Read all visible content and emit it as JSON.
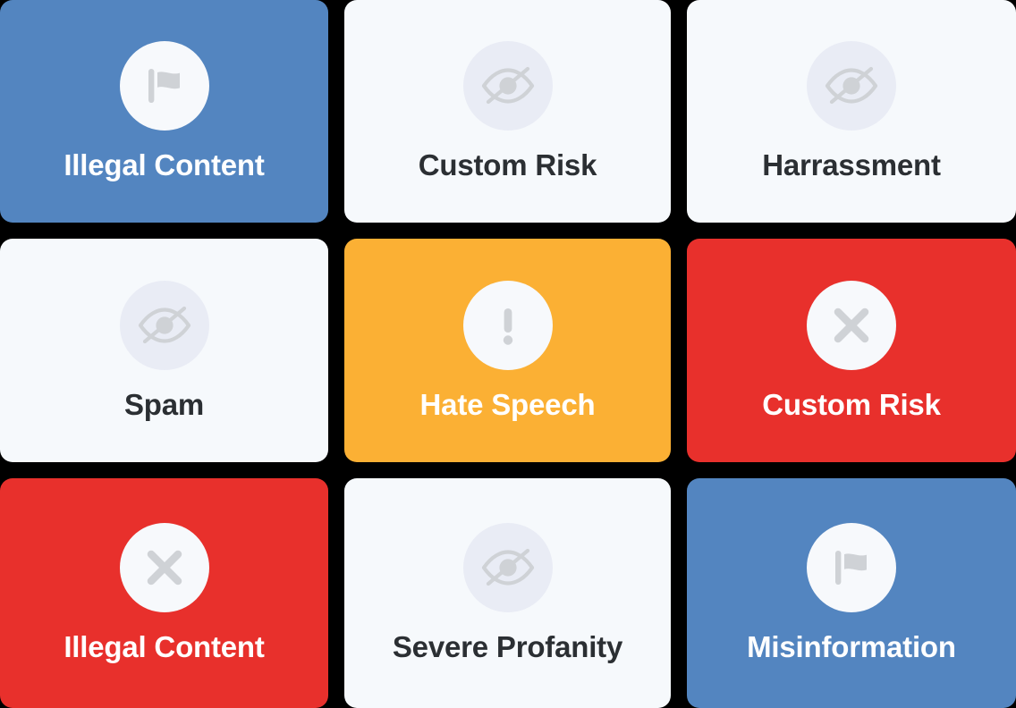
{
  "palette": {
    "background": "#000000",
    "blue": "#5385c0",
    "red": "#e8302c",
    "amber": "#fbb034",
    "light_card": "#f6f9fc",
    "light_icon_circle": "#e9ecf5",
    "solid_icon_circle": "#f7f9fc",
    "icon_gray": "#cfd2d6",
    "dark_text": "#2b2f33",
    "light_text": "#ffffff"
  },
  "grid": {
    "columns": 3,
    "rows": 3,
    "cards": [
      {
        "label": "Illegal Content",
        "icon": "flag-icon",
        "style": "solid",
        "color": "#5385c0"
      },
      {
        "label": "Custom Risk",
        "icon": "eye-off-icon",
        "style": "light",
        "color": "#f6f9fc"
      },
      {
        "label": "Harrassment",
        "icon": "eye-off-icon",
        "style": "light",
        "color": "#f6f9fc"
      },
      {
        "label": "Spam",
        "icon": "eye-off-icon",
        "style": "light",
        "color": "#f6f9fc"
      },
      {
        "label": "Hate Speech",
        "icon": "alert-icon",
        "style": "solid",
        "color": "#fbb034"
      },
      {
        "label": "Custom Risk",
        "icon": "close-icon",
        "style": "solid",
        "color": "#e8302c"
      },
      {
        "label": "Illegal Content",
        "icon": "close-icon",
        "style": "solid",
        "color": "#e8302c"
      },
      {
        "label": "Severe Profanity",
        "icon": "eye-off-icon",
        "style": "light",
        "color": "#f6f9fc"
      },
      {
        "label": "Misinformation",
        "icon": "flag-icon",
        "style": "solid",
        "color": "#5385c0"
      }
    ]
  }
}
